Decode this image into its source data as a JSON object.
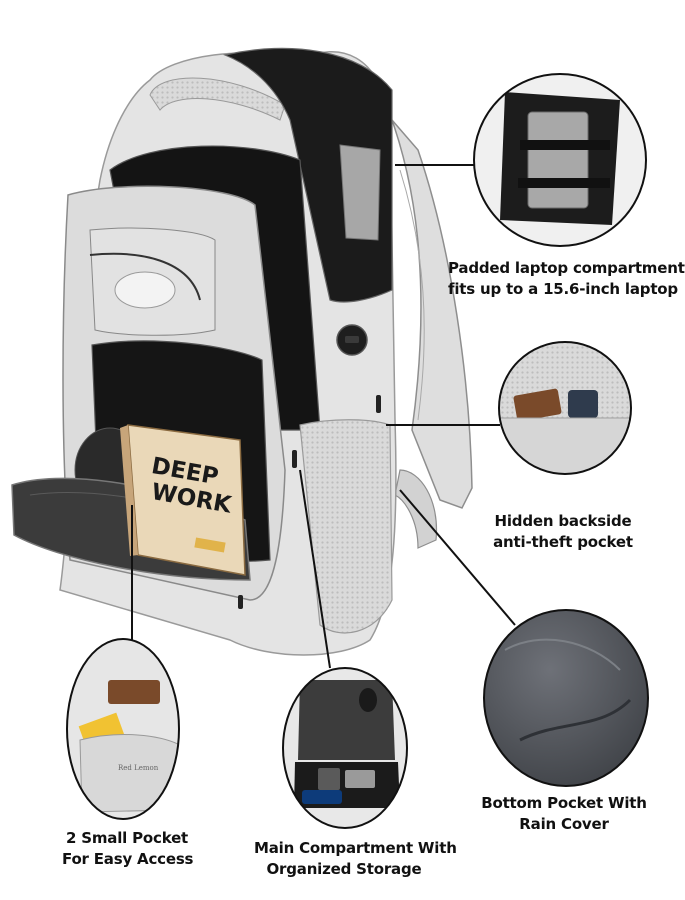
{
  "callouts": {
    "laptop": {
      "line1": "Padded laptop compartment",
      "line2": "fits up to a 15.6-inch laptop"
    },
    "hidden": {
      "line1": "Hidden backside",
      "line2": "anti-theft pocket"
    },
    "bottom": {
      "line1": "Bottom Pocket With",
      "line2": "Rain Cover"
    },
    "small": {
      "line1": "2 Small Pocket",
      "line2": "For Easy Access"
    },
    "main": {
      "line1": "Main Compartment With",
      "line2": "Organized Storage"
    }
  },
  "book": {
    "title_line1": "DEEP",
    "title_line2": "WORK"
  },
  "pouch_brand": "Red Lemon",
  "colors": {
    "bag": "#e2e2e2",
    "bag_shadow": "#c9c9c9",
    "lining": "#1a1a1a",
    "rain_cover": "#55585e",
    "book": "#ead8b8",
    "mesh": "#d4d4d4"
  }
}
